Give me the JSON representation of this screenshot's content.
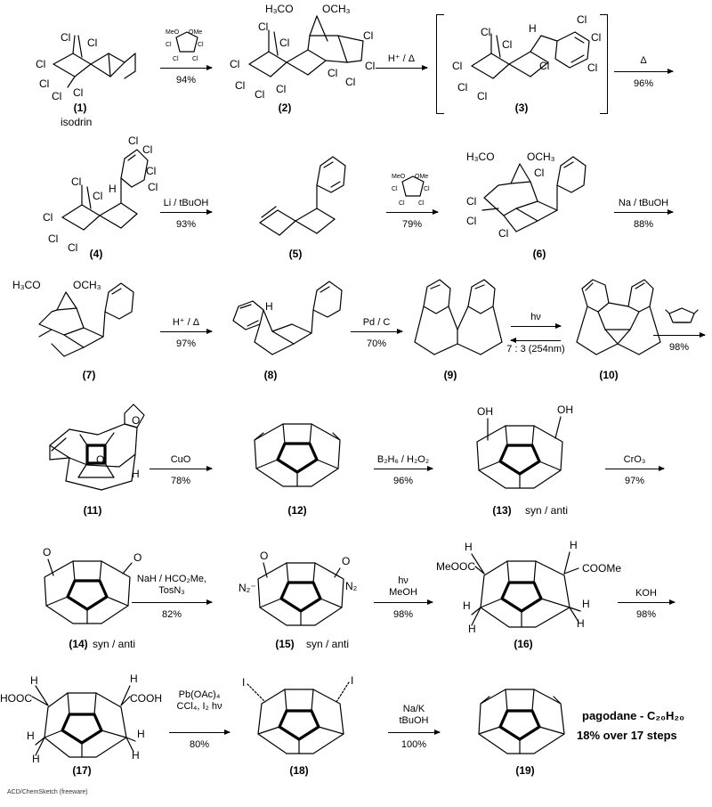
{
  "compounds": [
    {
      "num": "(1)",
      "sub": "isodrin"
    },
    {
      "num": "(2)",
      "sub": ""
    },
    {
      "num": "(3)",
      "sub": ""
    },
    {
      "num": "(4)",
      "sub": ""
    },
    {
      "num": "(5)",
      "sub": ""
    },
    {
      "num": "(6)",
      "sub": ""
    },
    {
      "num": "(7)",
      "sub": ""
    },
    {
      "num": "(8)",
      "sub": ""
    },
    {
      "num": "(9)",
      "sub": ""
    },
    {
      "num": "(10)",
      "sub": ""
    },
    {
      "num": "(11)",
      "sub": ""
    },
    {
      "num": "(12)",
      "sub": ""
    },
    {
      "num": "(13)",
      "sub": "syn / anti"
    },
    {
      "num": "(14)",
      "sub": "syn / anti"
    },
    {
      "num": "(15)",
      "sub": "syn / anti"
    },
    {
      "num": "(16)",
      "sub": ""
    },
    {
      "num": "(17)",
      "sub": ""
    },
    {
      "num": "(18)",
      "sub": ""
    },
    {
      "num": "(19)",
      "sub": ""
    }
  ],
  "steps": [
    {
      "above": "",
      "below": "94%"
    },
    {
      "above": "H⁺ / Δ",
      "below": ""
    },
    {
      "above": "Δ",
      "below": "96%"
    },
    {
      "above": "Li / tBuOH",
      "below": "93%"
    },
    {
      "above": "",
      "below": "79%"
    },
    {
      "above": "Na / tBuOH",
      "below": "88%"
    },
    {
      "above": "H⁺ / Δ",
      "below": "97%"
    },
    {
      "above": "Pd / C",
      "below": "70%"
    },
    {
      "above": "hν",
      "below": "7 : 3 (254nm)"
    },
    {
      "above": "",
      "below": "98%"
    },
    {
      "above": "CuO",
      "below": "78%"
    },
    {
      "above": "B₂H₆ / H₂O₂",
      "below": "96%"
    },
    {
      "above": "CrO₃",
      "below": "97%"
    },
    {
      "above": "NaH / HCO₂Me, TosN₃",
      "below": "82%"
    },
    {
      "above": "hν MeOH",
      "below": "98%"
    },
    {
      "above": "KOH",
      "below": "98%"
    },
    {
      "above": "Pb(OAc)₄ CCl₄, I₂ hν",
      "below": "80%"
    },
    {
      "above": "Na/K tBuOH",
      "below": "100%"
    }
  ],
  "labels": {
    "cl": "Cl",
    "h": "H",
    "i": "I",
    "oh": "OH",
    "o": "O",
    "h3co": "H₃CO",
    "och3": "OCH₃",
    "meo": "MeO",
    "ome": "OMe",
    "meooc": "MeOOC",
    "coome": "COOMe",
    "hooc": "HOOC",
    "cooh": "COOH",
    "n2": "N₂",
    "n2minus": "N₂⁻"
  },
  "final": {
    "name": "pagodane - C₂₀H₂₀",
    "yield": "18% over 17 steps"
  },
  "footer": "ACD/ChemSketch (freeware)"
}
